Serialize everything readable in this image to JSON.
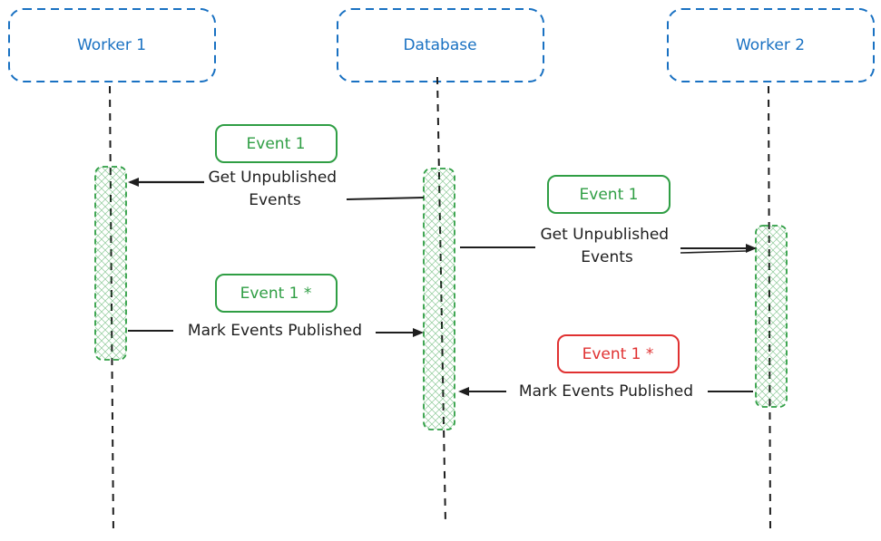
{
  "colors": {
    "participant": "#1971c2",
    "success": "#2f9e44",
    "success_fill": "#b2f2bb",
    "error": "#e03131",
    "ink": "#1e1e1e"
  },
  "participants": [
    {
      "label": "Worker 1"
    },
    {
      "label": "Database"
    },
    {
      "label": "Worker 2"
    }
  ],
  "messages": [
    {
      "label_lines": [
        "Get Unpublished",
        "Events"
      ],
      "event_label": "Event 1",
      "event_status": "success"
    },
    {
      "label_lines": [
        "Get Unpublished",
        "Events"
      ],
      "event_label": "Event 1",
      "event_status": "success"
    },
    {
      "label_lines": [
        "Mark Events Published"
      ],
      "event_label": "Event 1 *",
      "event_status": "success"
    },
    {
      "label_lines": [
        "Mark Events Published"
      ],
      "event_label": "Event 1 *",
      "event_status": "error"
    }
  ]
}
